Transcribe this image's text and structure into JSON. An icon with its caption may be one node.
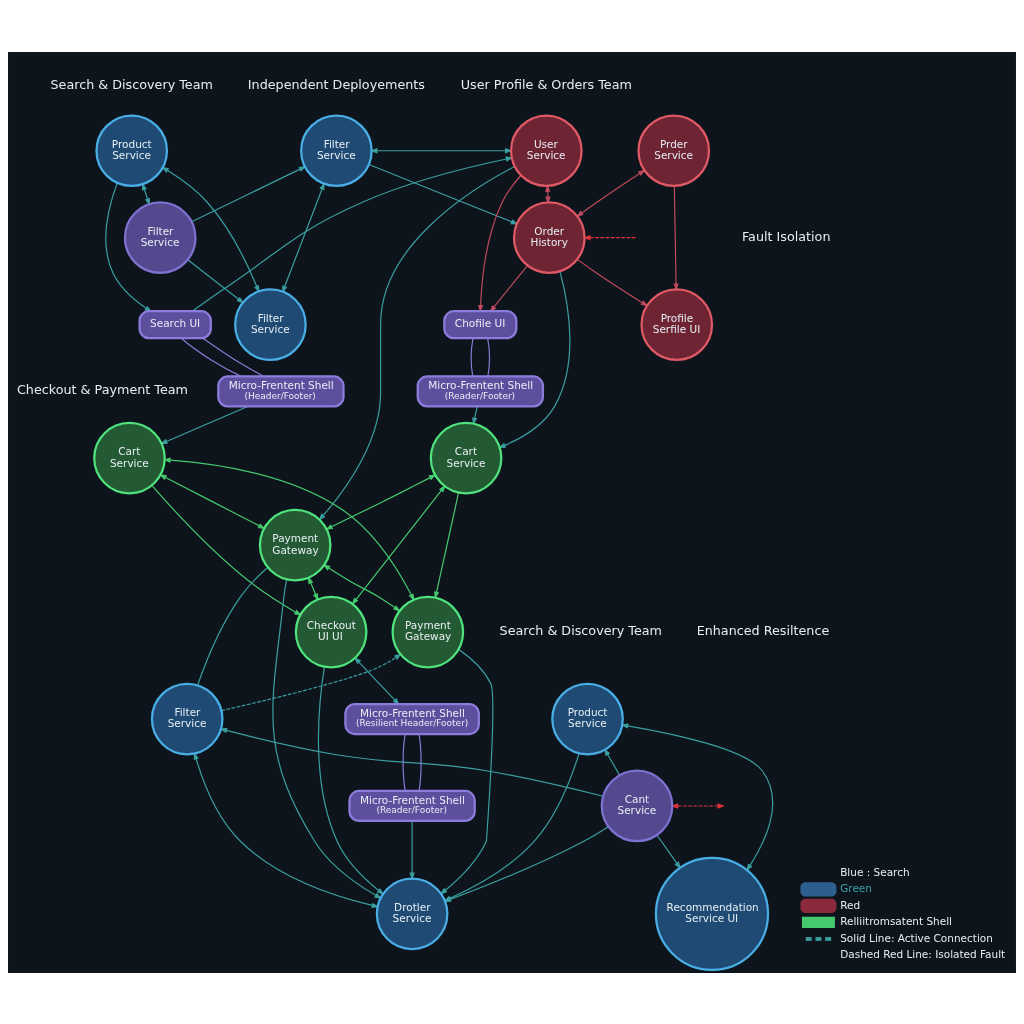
{
  "diagram": {
    "nodes": [
      {
        "text": [
          "Product Service"
        ]
      },
      {
        "text": [
          "Filter Service"
        ]
      },
      {
        "text": [
          "Filter Service"
        ]
      },
      {
        "text": [
          "Filter Service"
        ]
      },
      {
        "text": [
          "Search UI"
        ]
      },
      {
        "text": [
          "Micro-Frentent Shell",
          "(Header/Footer)"
        ]
      },
      {
        "text": [
          "User Service"
        ]
      },
      {
        "text": [
          "Prder Service"
        ]
      },
      {
        "text": [
          "Order History"
        ]
      },
      {
        "text": [
          "Chofile UI"
        ]
      },
      {
        "text": [
          "Profile Serfile UI"
        ]
      },
      {
        "text": [
          "Micro-Frentent Shell",
          "(Reader/Footer)"
        ]
      },
      {
        "text": [
          "Cart Service"
        ]
      },
      {
        "text": [
          "Cart Service"
        ]
      },
      {
        "text": [
          "Payment Gateway"
        ]
      },
      {
        "text": [
          "Payment Gateway"
        ]
      },
      {
        "text": [
          "Checkout UI UI"
        ]
      },
      {
        "text": [
          "Product Service"
        ]
      },
      {
        "text": [
          "Filter Service"
        ]
      },
      {
        "text": [
          "Cant Service"
        ]
      },
      {
        "text": [
          "Recommendation Service UI"
        ]
      },
      {
        "text": [
          "Drotler Service"
        ]
      },
      {
        "text": [
          "Micro-Frentent Shell",
          "(Resilient Header/Footer)"
        ]
      },
      {
        "text": [
          "Micro-Frentent Shell",
          "(Reader/Footer)"
        ]
      }
    ],
    "edges": [
      {
        "from": 0,
        "to": 2,
        "arrow": "both"
      },
      {
        "from": 2,
        "to": 1,
        "arrow": "to"
      },
      {
        "from": 0,
        "to": 3,
        "arrow": "both"
      },
      {
        "from": 1,
        "to": 3,
        "arrow": "both"
      },
      {
        "from": 0,
        "to": 4,
        "arrow": "to"
      },
      {
        "from": 2,
        "to": 3,
        "arrow": "to"
      },
      {
        "from": 4,
        "to": 5,
        "arrow": "none",
        "color": "#8a7ad6"
      },
      {
        "from": 4,
        "to": 5,
        "arrow": "none",
        "color": "#8a7ad6"
      },
      {
        "from": 6,
        "to": 8,
        "arrow": "both",
        "color": "#c04a5e"
      },
      {
        "from": 7,
        "to": 8,
        "arrow": "both",
        "color": "#c04a5e"
      },
      {
        "from": 8,
        "to": 10,
        "arrow": "to",
        "color": "#c04a5e"
      },
      {
        "from": 6,
        "to": 9,
        "arrow": "to",
        "color": "#c04a5e"
      },
      {
        "from": 7,
        "to": 10,
        "arrow": "to",
        "color": "#c04a5e"
      },
      {
        "from": 8,
        "to": 9,
        "arrow": "to",
        "color": "#c04a5e"
      },
      {
        "from": 9,
        "to": 11,
        "arrow": "none",
        "color": "#8a7ad6"
      },
      {
        "from": 9,
        "to": 11,
        "arrow": "none",
        "color": "#8a7ad6"
      },
      {
        "from": 12,
        "to": 14,
        "arrow": "both",
        "color": "#45c96e"
      },
      {
        "from": 13,
        "to": 14,
        "arrow": "both",
        "color": "#45c96e"
      },
      {
        "from": 14,
        "to": 15,
        "arrow": "both",
        "color": "#45c96e"
      },
      {
        "from": 14,
        "to": 16,
        "arrow": "both",
        "color": "#45c96e"
      },
      {
        "from": 12,
        "to": 15,
        "arrow": "both",
        "color": "#45c96e"
      },
      {
        "from": 13,
        "to": 16,
        "arrow": "both",
        "color": "#45c96e"
      },
      {
        "from": 12,
        "to": 16,
        "arrow": "to",
        "color": "#45c96e"
      },
      {
        "from": 13,
        "to": 15,
        "arrow": "to",
        "color": "#45c96e"
      },
      {
        "from": 1,
        "to": 6,
        "arrow": "both"
      },
      {
        "from": 4,
        "to": 6,
        "arrow": "to"
      },
      {
        "from": 1,
        "to": 8,
        "arrow": "to"
      },
      {
        "from": 5,
        "to": 12,
        "arrow": "to"
      },
      {
        "from": 11,
        "to": 13,
        "arrow": "to"
      },
      {
        "from": 8,
        "to": 13,
        "arrow": "to"
      },
      {
        "from": 6,
        "to": 14,
        "arrow": "to"
      },
      {
        "from": null,
        "to": 8,
        "arrow": "to",
        "style": "dashed",
        "color": "#e2323c"
      },
      {
        "from": 16,
        "to": 22,
        "arrow": "both"
      },
      {
        "from": 22,
        "to": 23,
        "arrow": "none",
        "color": "#8a7ad6"
      },
      {
        "from": 22,
        "to": 23,
        "arrow": "none",
        "color": "#8a7ad6"
      },
      {
        "from": 14,
        "to": 18,
        "arrow": "none"
      },
      {
        "from": 18,
        "to": 15,
        "arrow": "to",
        "style": "dashed"
      },
      {
        "from": 15,
        "to": 21,
        "arrow": "to"
      },
      {
        "from": 14,
        "to": 21,
        "arrow": "to"
      },
      {
        "from": 16,
        "to": 21,
        "arrow": "to"
      },
      {
        "from": 23,
        "to": 21,
        "arrow": "to"
      },
      {
        "from": 19,
        "to": 17,
        "arrow": "to"
      },
      {
        "from": 19,
        "to": 18,
        "arrow": "to"
      },
      {
        "from": 17,
        "to": 20,
        "arrow": "both"
      },
      {
        "from": 18,
        "to": 21,
        "arrow": "both"
      },
      {
        "from": 17,
        "to": 21,
        "arrow": "to"
      },
      {
        "from": 19,
        "to": 20,
        "arrow": "to"
      },
      {
        "from": 19,
        "to": 21,
        "arrow": "to"
      },
      {
        "from": 19,
        "to": null,
        "arrow": "both",
        "style": "dashed",
        "color": "#e2323c"
      }
    ],
    "labels": [
      "Search & Discovery Team",
      "User Profile & Orders Team",
      "Independent Deployements",
      "Fault Isolation",
      "Checkout & Payment Team",
      "Enhanced Resiltence",
      "Search & Discovery Team"
    ],
    "legend": [
      {
        "text": "Blue : Search"
      },
      {
        "text": "Green",
        "color": "#2e5e8e"
      },
      {
        "text": "Red",
        "color": "#8a2a3c"
      },
      {
        "text": "Relliitromsatent Shell"
      },
      {
        "text": "Solid Line: Active Connection"
      },
      {
        "text": "Dashed Red Line: Isolated Fault"
      }
    ]
  }
}
